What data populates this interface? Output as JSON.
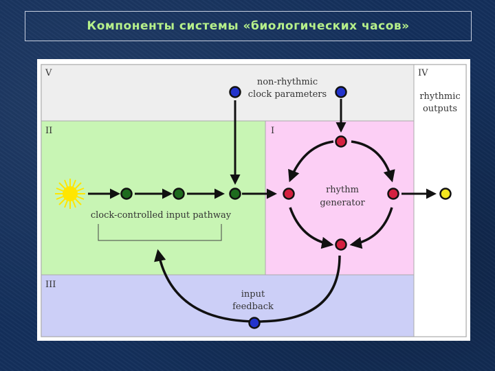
{
  "title": "Компоненты системы «биологических часов»",
  "regions": {
    "I": "I",
    "II": "II",
    "III": "III",
    "IV": "IV",
    "V": "V"
  },
  "labels": {
    "params_line1": "non-rhythmic",
    "params_line2": "clock parameters",
    "outputs_line1": "rhythmic",
    "outputs_line2": "outputs",
    "generator_line1": "rhythm",
    "generator_line2": "generator",
    "input_pathway": "clock-controlled input pathway",
    "feedback_line1": "input",
    "feedback_line2": "feedback"
  },
  "colors": {
    "region_V": "#eeeeee",
    "region_II": "#c8f5b4",
    "region_I": "#fccff5",
    "region_III": "#cccff7",
    "region_IV": "#ffffff",
    "node_green": "#1e6b1e",
    "node_red": "#d42040",
    "node_blue": "#2233cc",
    "node_yellow": "#f2e620",
    "sun": "#ffe600"
  }
}
